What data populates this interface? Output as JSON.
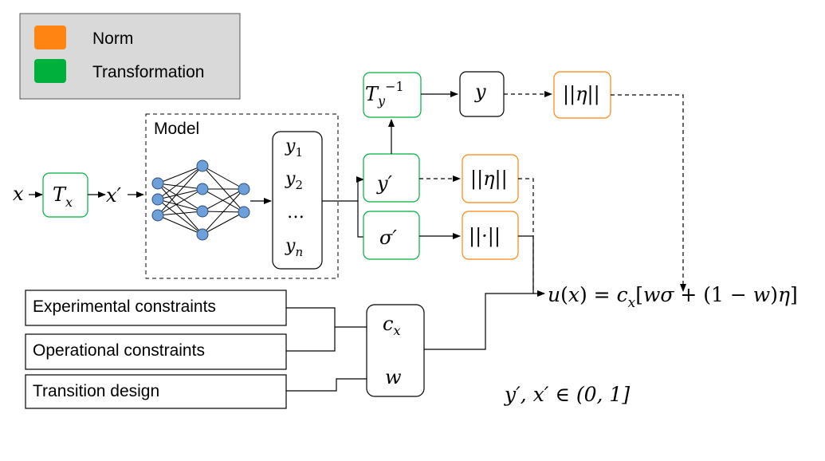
{
  "legend": {
    "items": [
      {
        "label": "Norm",
        "color": "#ff8412"
      },
      {
        "label": "Transformation",
        "color": "#00b03c"
      }
    ]
  },
  "model": {
    "label": "Model"
  },
  "outputs_list": [
    "y1",
    "y2",
    "…",
    "yn"
  ],
  "inputs": {
    "x": "x",
    "tx": "Tx",
    "x_prime": "x′"
  },
  "boxes": {
    "y_prime": "y′",
    "sigma_prime": "σ′",
    "ty_inv": "Ty−1",
    "y": "y",
    "norm_eta_top": "||η||",
    "norm_eta_mid": "||η||",
    "norm_dot": "||·||"
  },
  "constraints": [
    "Experimental constraints",
    "Operational constraints",
    "Transition design"
  ],
  "weights": {
    "cx": "cx",
    "w": "w"
  },
  "formula": "u(x) = cx[wσ + (1 − w)η]",
  "domain_note": "y′, x′ ∈ (0, 1]",
  "colors": {
    "norm": "#ff8412",
    "transformation": "#00b03c",
    "neuron": "#6f9fd8"
  }
}
